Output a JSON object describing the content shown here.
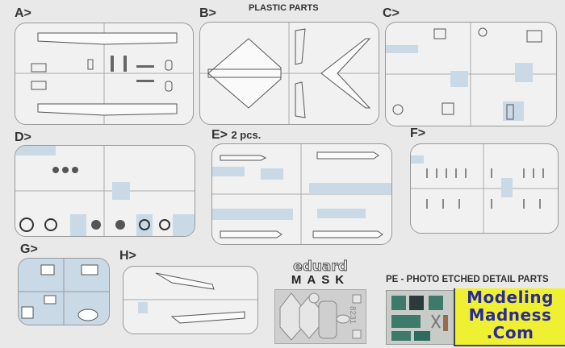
{
  "header": {
    "title": "PLASTIC PARTS"
  },
  "sprues": [
    {
      "id": "A",
      "label": "A>"
    },
    {
      "id": "B",
      "label": "B>"
    },
    {
      "id": "C",
      "label": "C>"
    },
    {
      "id": "D",
      "label": "D>"
    },
    {
      "id": "E",
      "label": "E>",
      "count": "2 pcs."
    },
    {
      "id": "F",
      "label": "F>"
    },
    {
      "id": "G",
      "label": "G>"
    },
    {
      "id": "H",
      "label": "H>"
    }
  ],
  "mask": {
    "brand": "eduard",
    "product": "MASK",
    "code": "8231"
  },
  "photo_etched": {
    "title": "PE - PHOTO ETCHED DETAIL PARTS"
  },
  "watermark": {
    "line1": "Modeling",
    "line2": "Madness",
    "line3": ".Com"
  },
  "colors": {
    "highlight": "#c9d9e6",
    "sprue": "#9a9a9a",
    "watermark_bg": "#f0f032",
    "watermark_text": "#2a2a9a"
  }
}
